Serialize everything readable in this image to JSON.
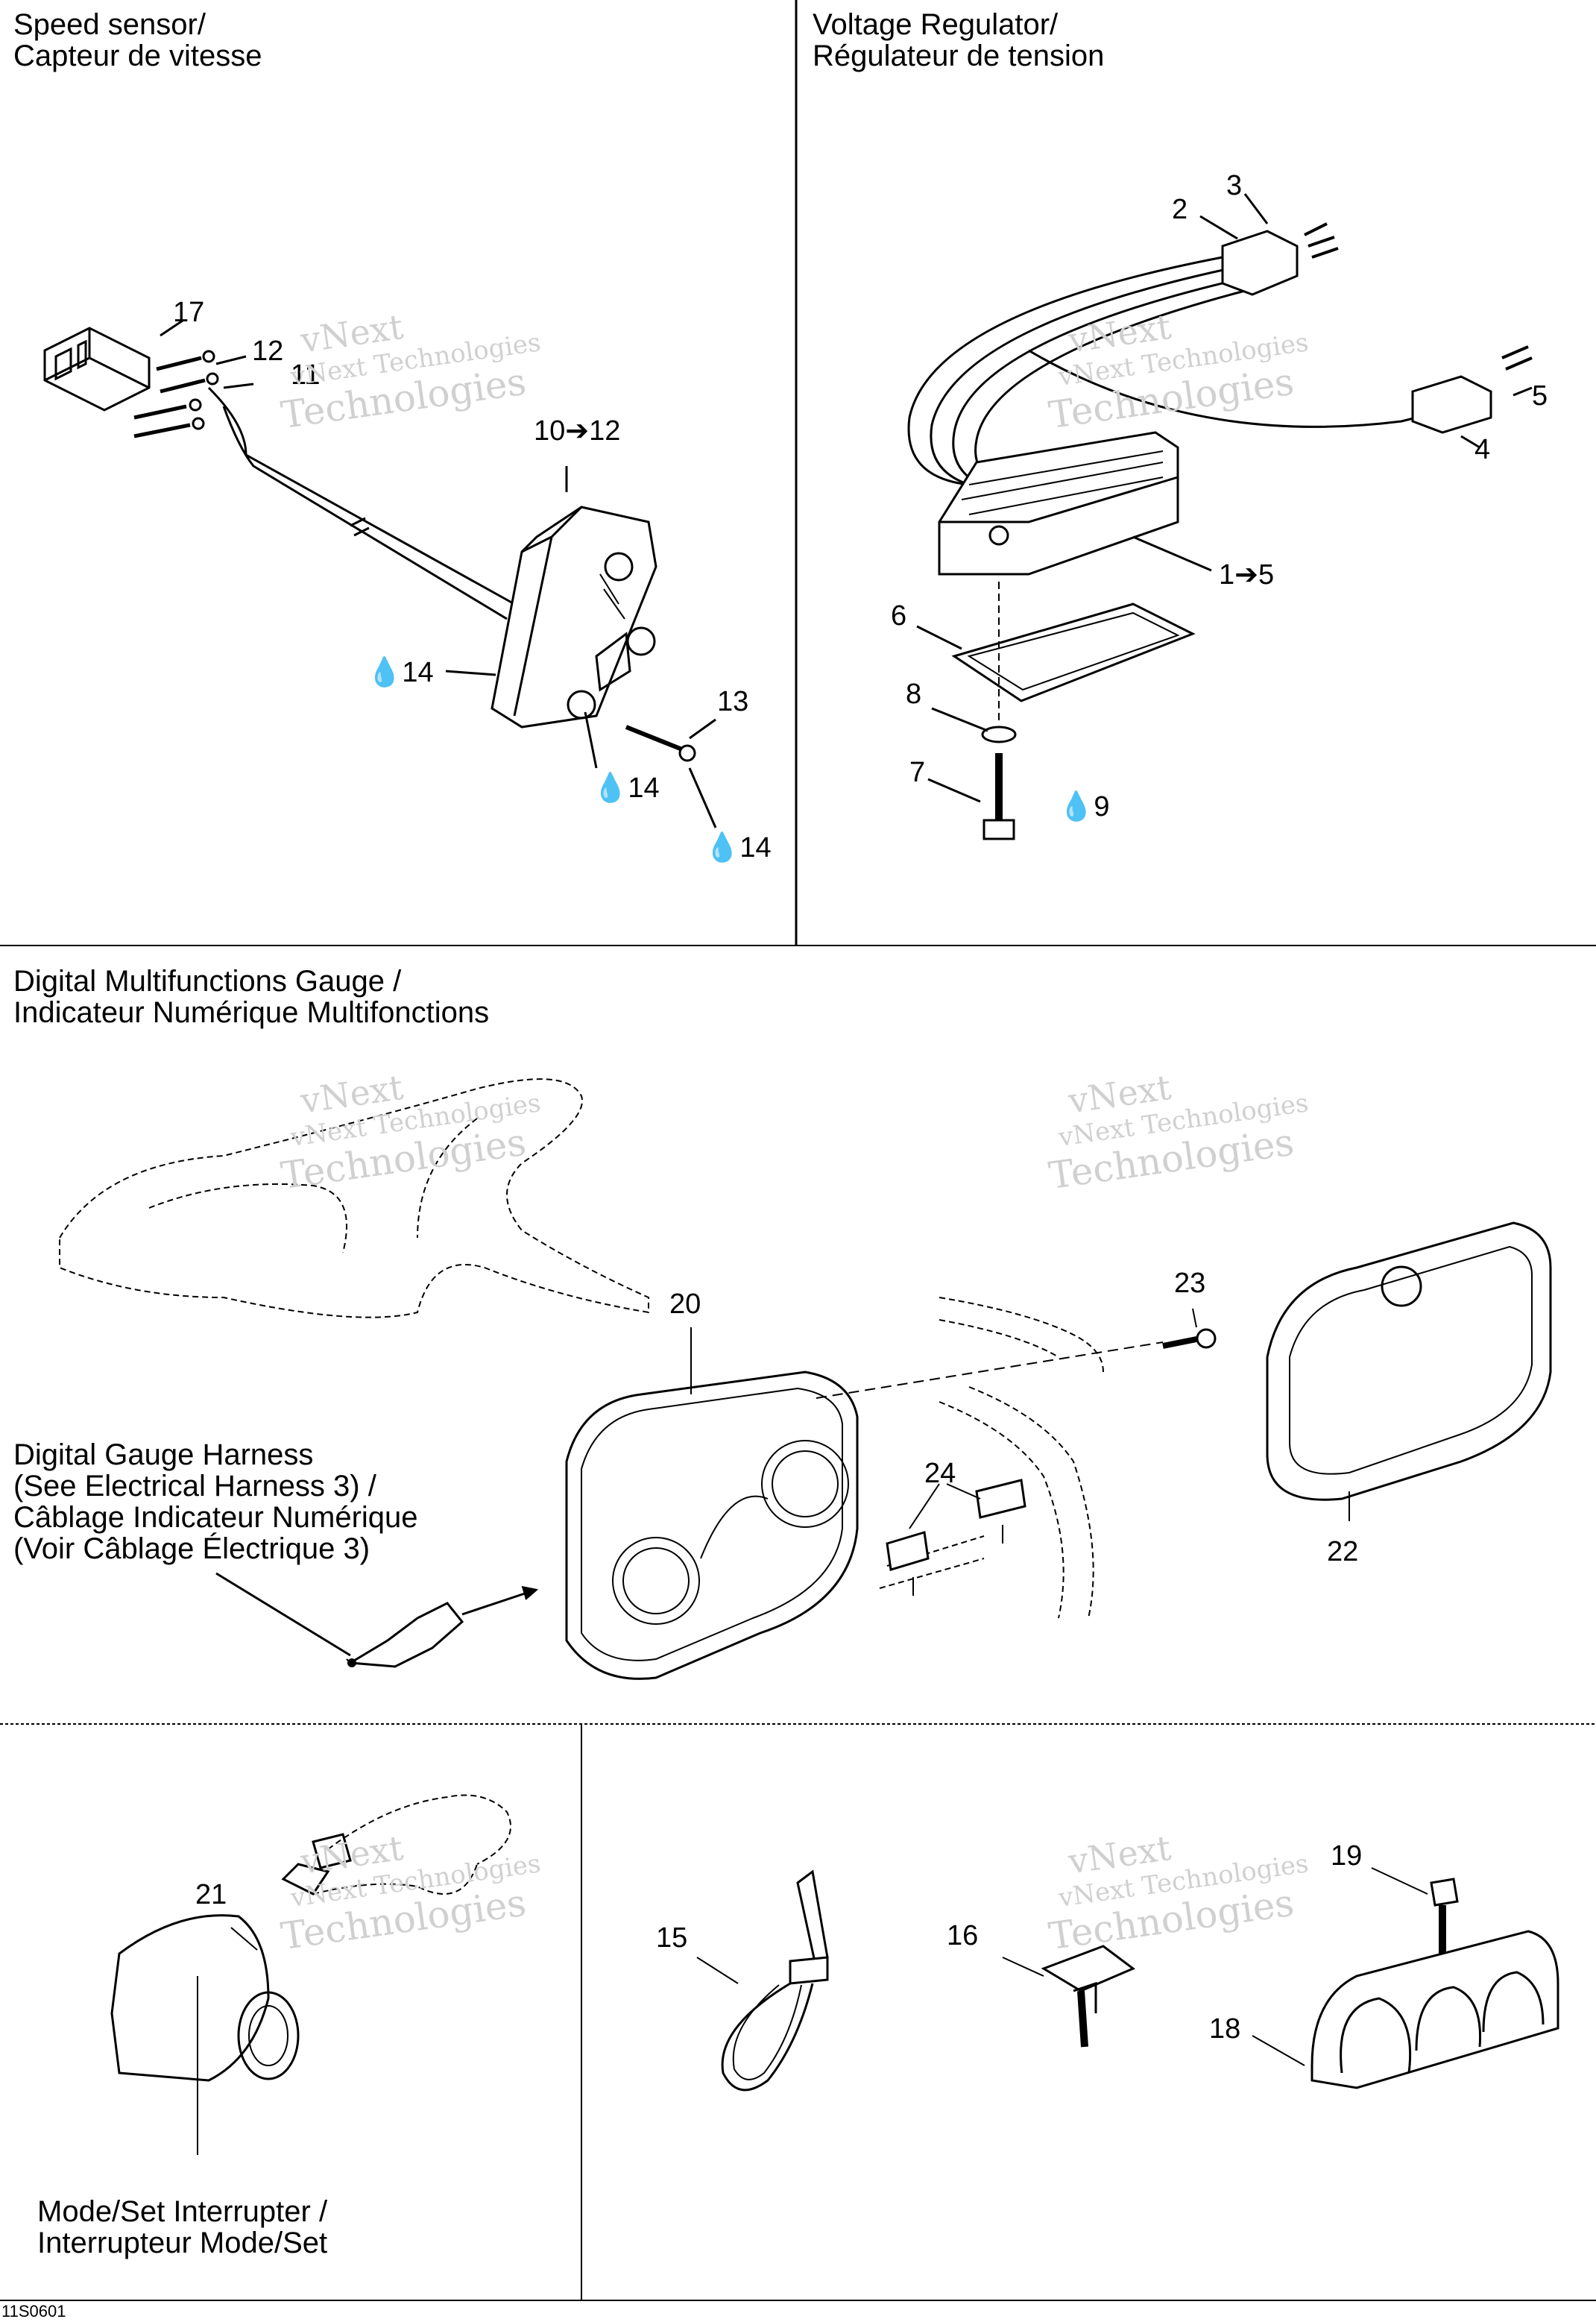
{
  "sections": {
    "speed_sensor": {
      "title_line1": "Speed sensor/",
      "title_line2": "Capteur de vitesse"
    },
    "voltage_regulator": {
      "title_line1": "Voltage Regulator/",
      "title_line2": "Régulateur de tension"
    },
    "gauge": {
      "title_line1": "Digital Multifunctions Gauge /",
      "title_line2": "Indicateur Numérique Multifonctions"
    },
    "harness_note": {
      "line1": "Digital Gauge Harness",
      "line2": "(See Electrical Harness 3) /",
      "line3": "Câblage Indicateur Numérique",
      "line4": "(Voir Câblage Électrique 3)"
    },
    "mode_set": {
      "line1": "Mode/Set Interrupter /",
      "line2": "Interrupteur Mode/Set"
    }
  },
  "callouts": {
    "c17": "17",
    "c12": "12",
    "c11": "11",
    "c10_12": "10➔12",
    "c14a": "14",
    "c13": "13",
    "c14b": "14",
    "c14c": "14",
    "c3": "3",
    "c2": "2",
    "c5": "5",
    "c4": "4",
    "c1_5": "1➔5",
    "c6": "6",
    "c8": "8",
    "c7": "7",
    "c9": "9",
    "c20": "20",
    "c23": "23",
    "c24": "24",
    "c22": "22",
    "c21": "21",
    "c15": "15",
    "c16": "16",
    "c19": "19",
    "c18": "18"
  },
  "watermark": {
    "line1": "vNext",
    "line2": "vNext Technologies",
    "line3": "Technologies"
  },
  "figure_code": "11S0601",
  "icons": {
    "drop": "drop-icon",
    "arrow": "arrow-right-icon"
  }
}
